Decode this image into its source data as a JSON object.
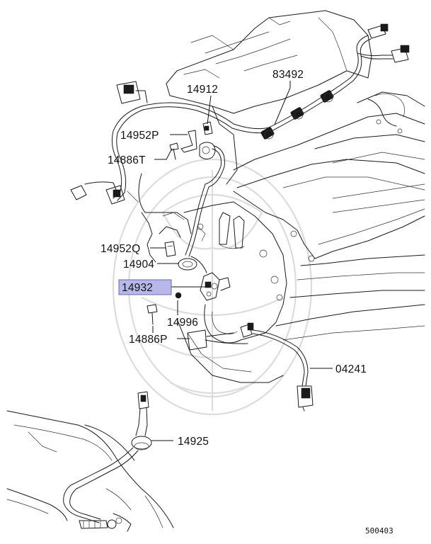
{
  "diagram": {
    "parts": [
      {
        "number": "83492",
        "highlighted": false
      },
      {
        "number": "14912",
        "highlighted": false
      },
      {
        "number": "14952P",
        "highlighted": false
      },
      {
        "number": "14886T",
        "highlighted": false
      },
      {
        "number": "14952Q",
        "highlighted": false
      },
      {
        "number": "14904",
        "highlighted": false
      },
      {
        "number": "14932",
        "highlighted": true
      },
      {
        "number": "14996",
        "highlighted": false
      },
      {
        "number": "14886P",
        "highlighted": false
      },
      {
        "number": "04241",
        "highlighted": false
      },
      {
        "number": "14925",
        "highlighted": false
      }
    ],
    "diagram_id": "500403",
    "highlight_color": "#b8b8e8"
  }
}
